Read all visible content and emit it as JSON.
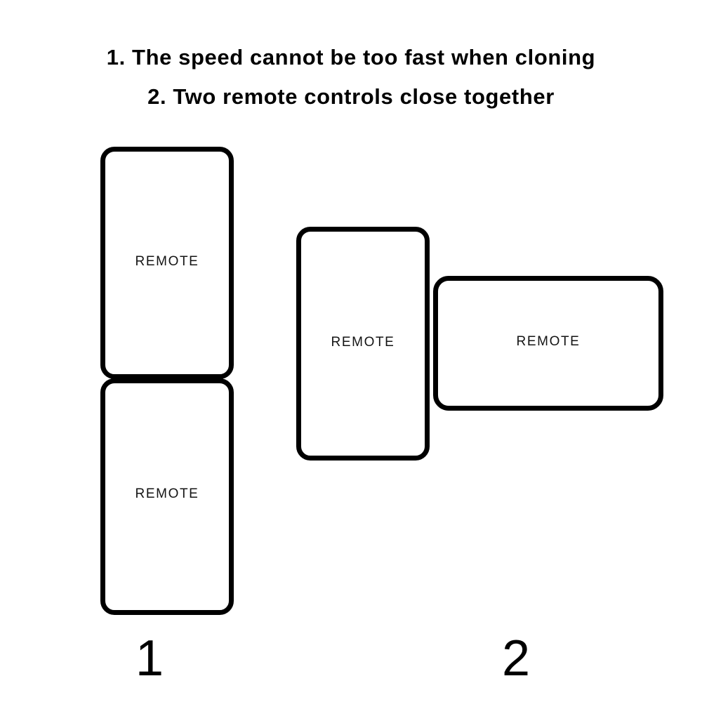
{
  "page": {
    "title": "Remote control cloning instructions",
    "background_color": "#ffffff",
    "ink_color": "#000000"
  },
  "instructions": {
    "line1": "1. The speed cannot be too fast when cloning",
    "line2": "2. Two remote controls close together"
  },
  "diagrams": [
    {
      "step_number": "1",
      "arrangement": "stacked-vertical",
      "remotes": [
        {
          "label": "REMOTE",
          "orientation": "vertical",
          "position": "top"
        },
        {
          "label": "REMOTE",
          "orientation": "vertical",
          "position": "bottom"
        }
      ]
    },
    {
      "step_number": "2",
      "arrangement": "side-by-side-overlapping",
      "remotes": [
        {
          "label": "REMOTE",
          "orientation": "vertical",
          "position": "left"
        },
        {
          "label": "REMOTE",
          "orientation": "horizontal",
          "position": "right"
        }
      ]
    }
  ]
}
